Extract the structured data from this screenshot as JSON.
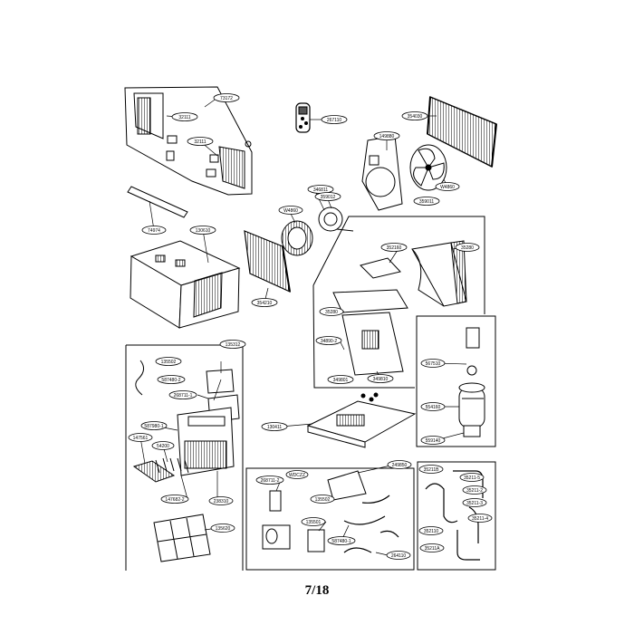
{
  "page": {
    "number": "7/18"
  },
  "callouts": {
    "c1": "73172",
    "c2": "32111",
    "c3": "32111",
    "c4": "267110",
    "c5": "354030",
    "c6": "149880",
    "c7": "W4860",
    "c8": "359011",
    "c9": "346811",
    "c10": "359012",
    "c11": "W4860",
    "c12": "74974",
    "c13": "130610",
    "c14": "354210",
    "c15": "352160",
    "c16": "35280",
    "c17": "35280",
    "c18": "34890-2",
    "c19": "349810",
    "c20": "349801",
    "c21": "135312",
    "c22": "135502",
    "c23": "587480-2",
    "c24": "268711-1",
    "c25": "587980-1",
    "c26": "147561",
    "c27": "54200",
    "c28": "147682-2",
    "c29": "238310",
    "c30": "135620",
    "c31": "130411",
    "c32": "567510",
    "c33": "554160",
    "c34": "559140",
    "c35": "249850",
    "c36": "268711-2",
    "c37": "WDCZZ",
    "c38": "135502",
    "c39": "135501",
    "c40": "587480-1",
    "c41": "264110",
    "c42": "35211B",
    "c43": "35211-5",
    "c44": "35211-2",
    "c45": "35211-3",
    "c46": "35211-4",
    "c47": "352110",
    "c48": "35211A"
  }
}
